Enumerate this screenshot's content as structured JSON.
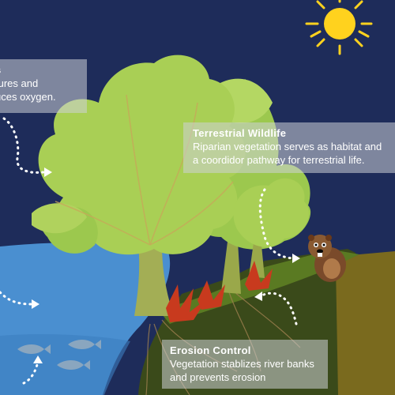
{
  "callouts": {
    "oxygen": {
      "title": "s",
      "line1": "tures and",
      "line2": "uces oxygen."
    },
    "wildlife": {
      "title": "Terrestrial  Wildlife",
      "line1": "Riparian vegetation serves as habitat and",
      "line2": "a coordidor pathway for terrestrial life."
    },
    "erosion": {
      "title": "Erosion Control",
      "line1": "Vegetation stablizes river banks",
      "line2": "and prevents erosion"
    }
  },
  "colors": {
    "sky": "#1e2c5a",
    "sun": "#ffd21e",
    "water": "#4a8fd0",
    "foliage": "#a9cf55",
    "grass": "#5a7a22",
    "soil": "#3a4a1a",
    "bank_side": "#7a6a1e",
    "fish": "#8aa6bf"
  },
  "icons": [
    "sun-icon",
    "tree-icon",
    "beaver-icon",
    "fish-icon",
    "arrow-icon"
  ]
}
